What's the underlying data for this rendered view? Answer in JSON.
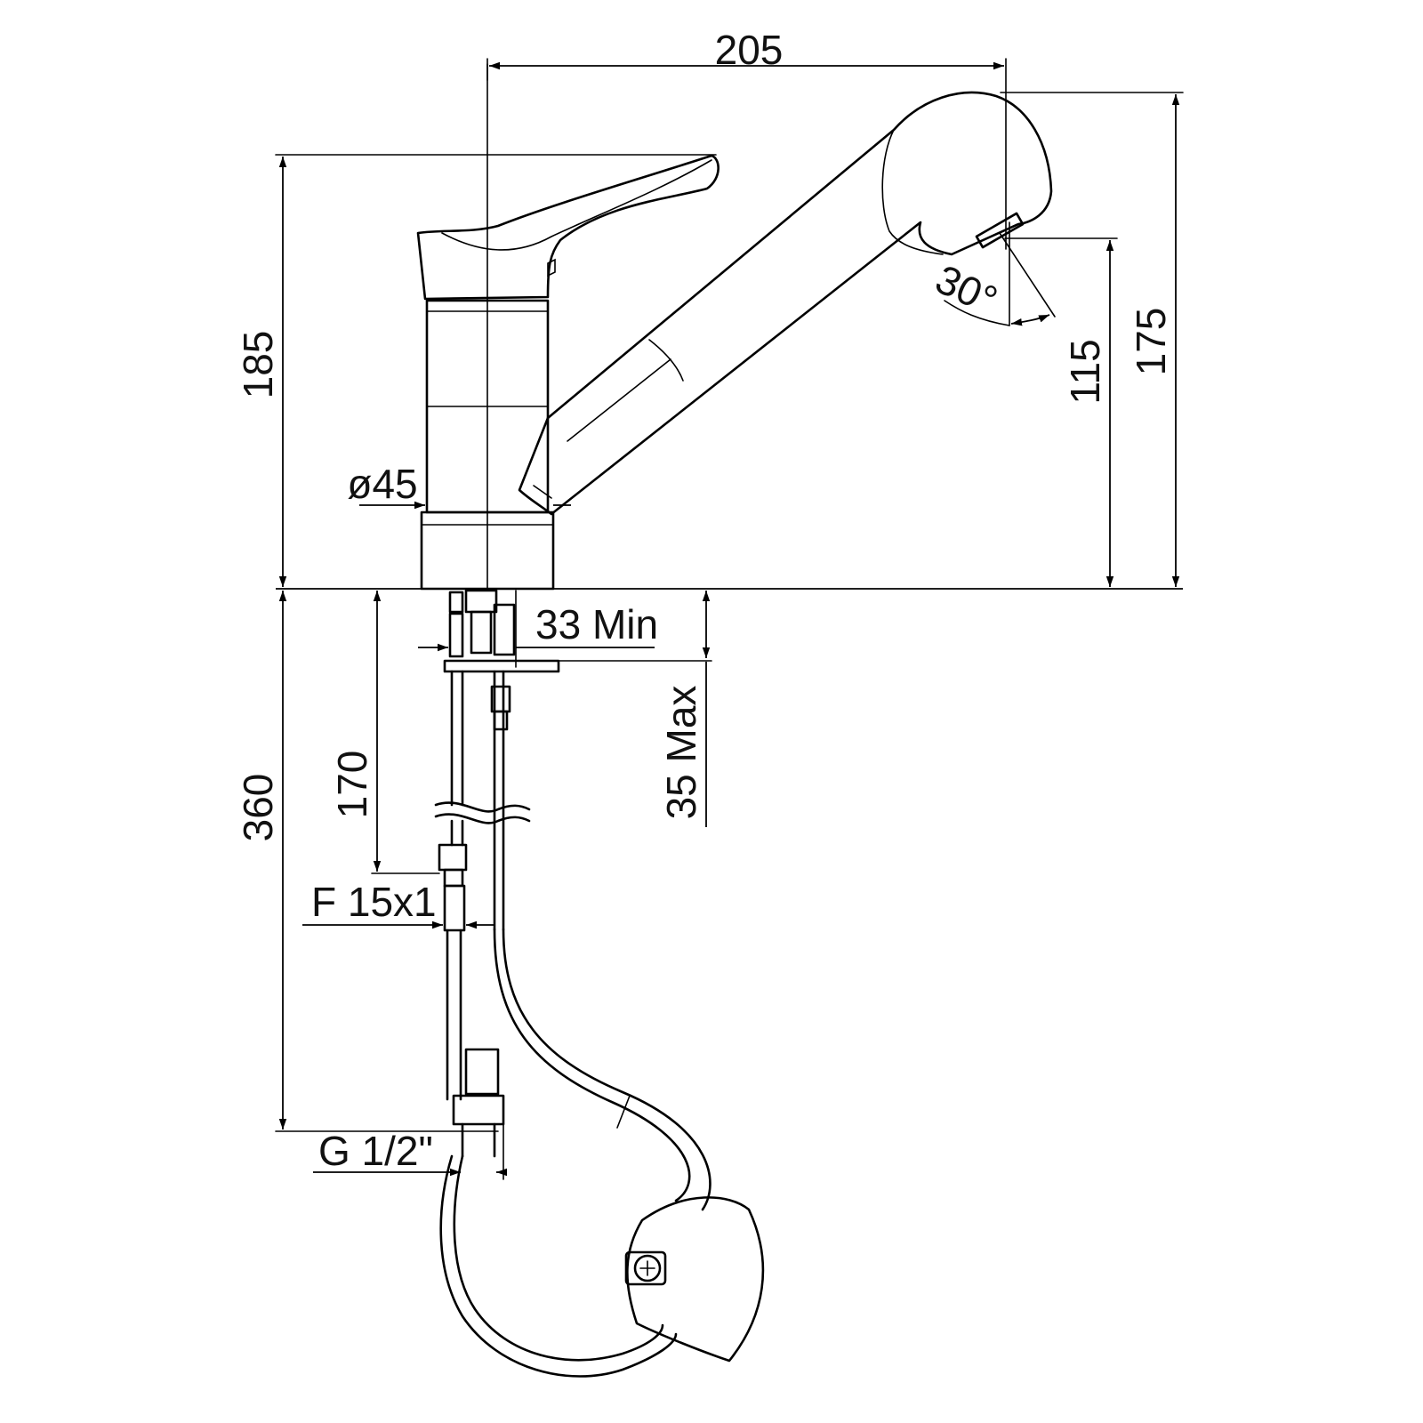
{
  "dimensions": {
    "spout_reach": "205",
    "overall_height": "185",
    "spray_height": "175",
    "outlet_height": "115",
    "spray_angle": "30°",
    "body_diameter": "ø45",
    "below_counter_length": "360",
    "flexible_hose_length": "170",
    "min_thickness": "33 Min",
    "max_thickness": "35 Max",
    "fitting_thread": "F 15x1",
    "connection_thread": "G 1/2\""
  },
  "colors": {
    "line": "#000000",
    "background": "#ffffff"
  }
}
